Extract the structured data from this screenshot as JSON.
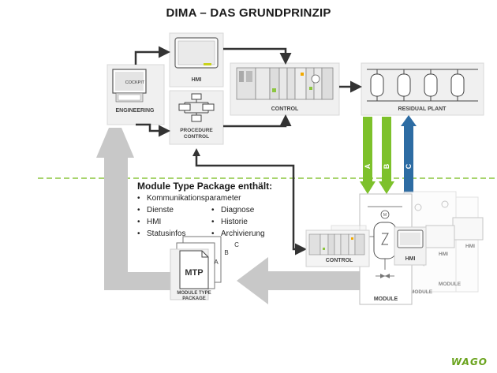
{
  "title": "DIMA – DAS GRUNDPRINZIP",
  "blocks": {
    "engineering": "ENGINEERING",
    "cockpit": "COCKPIT",
    "hmi": "HMI",
    "procedure_control_line1": "PROCEDURE",
    "procedure_control_line2": "CONTROL",
    "control": "CONTROL",
    "residual_plant": "RESIDUAL PLANT"
  },
  "channels": [
    "A",
    "B",
    "C"
  ],
  "mtp_info": {
    "heading": "Module Type Package enthält:",
    "items_left": [
      "Kommunikationsparameter",
      "Dienste",
      "HMI",
      "Statusinfos"
    ],
    "items_right": [
      "Diagnose",
      "Historie",
      "Archivierung"
    ]
  },
  "mtp_docs": {
    "big_label": "MTP",
    "caption_line1": "MODULE TYPE",
    "caption_line2": "PACKAGE",
    "page_letters": [
      "A",
      "B",
      "C"
    ]
  },
  "module_stack": {
    "control": "CONTROL",
    "hmi": "HMI",
    "module": "MODULE"
  },
  "logo": "WAGO",
  "colors": {
    "arrow_dark": "#333333",
    "arrow_gray": "#c8c8c8",
    "green": "#7dc12b",
    "blue": "#2d6ca3",
    "dashed_line": "#8cc63f"
  }
}
